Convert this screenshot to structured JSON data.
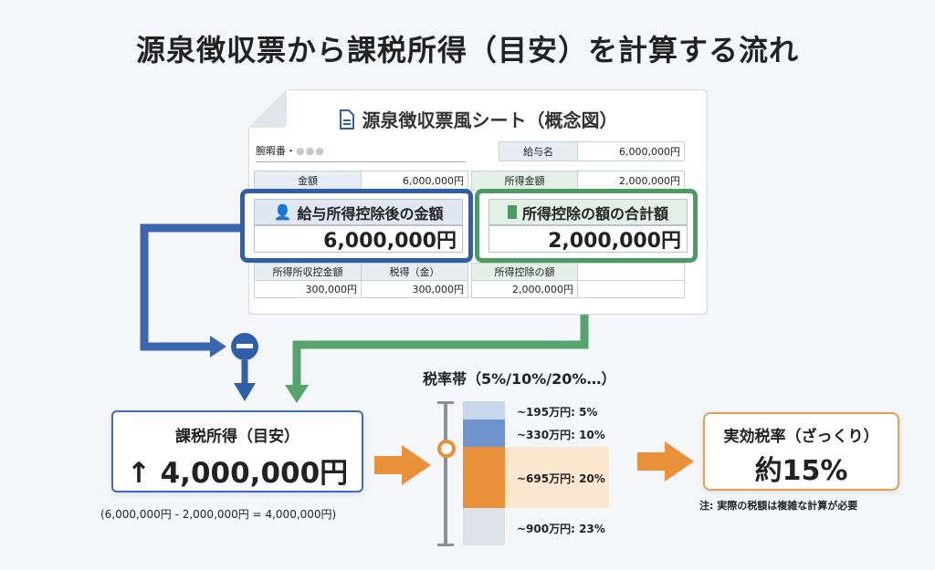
{
  "title": "源泉徴収票から課税所得（目安）を計算する流れ",
  "sheet": {
    "title": "源泉徴収票風シート（概念図）",
    "icon": "document-icon",
    "id_label": "腕暇番・",
    "id_masked": "●●●",
    "top_right": {
      "label": "給与名",
      "value": "6,000,000円"
    },
    "row2": [
      {
        "label": "金額",
        "value": "6,000,000円"
      },
      {
        "label": "所得金額",
        "value": "2,000,000円"
      }
    ],
    "blue_box": {
      "icon": "person-icon",
      "label": "給与所得控除後の金額",
      "value": "6,000,000円"
    },
    "green_box": {
      "icon": "building-icon",
      "label": "所得控除の額の合計額",
      "value": "2,000,000円"
    },
    "bottom": {
      "labels": [
        "所得所収控金額",
        "税得（金）",
        "所得控除の額",
        ""
      ],
      "values": [
        "300,000円",
        "300,000円",
        "2,000,000円",
        ""
      ]
    }
  },
  "operator": "minus",
  "result": {
    "label": "課税所得（目安）",
    "arrow": "↑",
    "value": "4,000,000円",
    "formula": "(6,000,000円 - 2,000,000円 = 4,000,000円)"
  },
  "tax_bands": {
    "title": "税率帯（5%/10%/20%…）",
    "bands": [
      {
        "label": "~195万円: 5%",
        "color": "#c9d7ec"
      },
      {
        "label": "~330万円: 10%",
        "color": "#6f93cc"
      },
      {
        "label": "~695万円: 20%",
        "color": "#e8903a"
      },
      {
        "label": "~900万円: 23%",
        "color": "#dde1e8"
      }
    ]
  },
  "effective": {
    "label": "実効税率（ざっくり）",
    "value": "約15%",
    "note": "注: 実際の税額は複雑な計算が必要"
  },
  "colors": {
    "blue": "#2f5fa8",
    "green": "#4c9a64",
    "orange": "#e8903a"
  }
}
